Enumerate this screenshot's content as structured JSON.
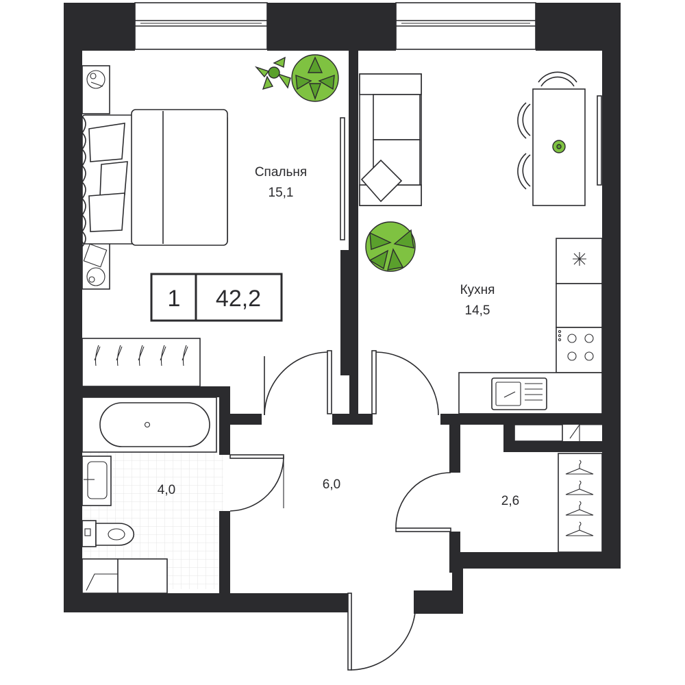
{
  "badge": {
    "rooms": "1",
    "total_area": "42,2"
  },
  "rooms": {
    "bedroom": {
      "name": "Спальня",
      "area": "15,1"
    },
    "kitchen": {
      "name": "Кухня",
      "area": "14,5"
    },
    "bathroom": {
      "area": "4,0"
    },
    "hall": {
      "area": "6,0"
    },
    "storage": {
      "area": "2,6"
    }
  },
  "colors": {
    "wall": "#2b2b2e",
    "plant": "#7fc241",
    "tile": "#e9e9e9"
  }
}
